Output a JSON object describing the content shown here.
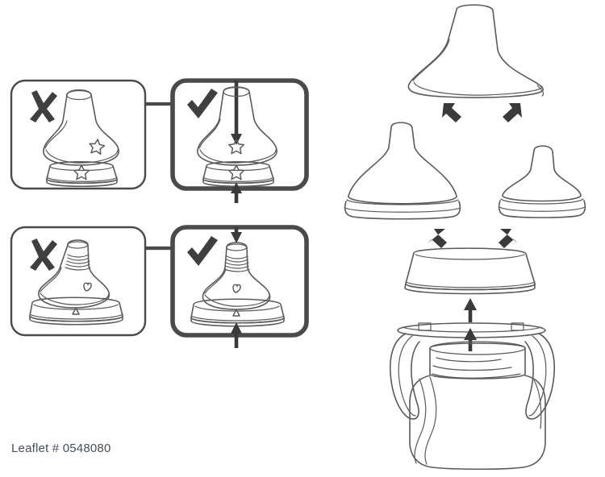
{
  "document": {
    "type": "assembly-instruction-illustration",
    "subject": "sippy cup spout assembly",
    "background_color": "#ffffff",
    "line_color": "#4a4a4a",
    "thin_line_color": "#5a5a5a",
    "caption": "Leaflet # 0548080"
  },
  "instruction_panels": {
    "description": "Two rows of paired panels; each pair shows an incorrect (X) and correct (check) assembly of a spout into its collar, connected by a short horizontal link line.",
    "rows": [
      {
        "id": "row-sippy-spout",
        "subject_name": "sippy-spout-and-collar",
        "incorrect": {
          "id": "panel-sippy-incorrect",
          "mark": "X",
          "mark_name": "cross-mark",
          "border_style": "thin",
          "alignment": "misaligned",
          "alignment_marks": [
            "star",
            "star"
          ],
          "note_marks_aligned": false
        },
        "correct": {
          "id": "panel-sippy-correct",
          "mark": "✔",
          "mark_name": "check-mark",
          "border_style": "thick",
          "alignment": "aligned",
          "alignment_marks": [
            "star",
            "star"
          ],
          "note_marks_aligned": true,
          "arrows": [
            "down-arrow-top",
            "up-arrow-bottom"
          ]
        }
      },
      {
        "id": "row-straw-spout",
        "subject_name": "narrow-spout-and-collar",
        "incorrect": {
          "id": "panel-straw-incorrect",
          "mark": "X",
          "mark_name": "cross-mark",
          "border_style": "thin",
          "alignment": "misaligned",
          "alignment_marks": [
            "heart",
            "triangle"
          ],
          "note_marks_aligned": false
        },
        "correct": {
          "id": "panel-straw-correct",
          "mark": "✔",
          "mark_name": "check-mark",
          "border_style": "thick",
          "alignment": "aligned",
          "alignment_marks": [
            "heart",
            "triangle"
          ],
          "note_marks_aligned": true,
          "arrows": [
            "down-arrow-top",
            "up-arrow-bottom"
          ]
        }
      }
    ]
  },
  "exploded_diagram": {
    "description": "Exploded vertical assembly of a handled sippy cup with three interchangeable spout/teat options.",
    "components": [
      {
        "id": "wide-spout-top",
        "name": "wide-flared-spout",
        "position": "top-center",
        "arrows_in": 2,
        "arrow_direction": "up-converging"
      },
      {
        "id": "teat-wide",
        "name": "wide-neck-teat",
        "position": "middle-left",
        "arrow_direction": "up-left"
      },
      {
        "id": "teat-narrow",
        "name": "narrow-neck-teat",
        "position": "middle-right",
        "arrow_direction": "up-right"
      },
      {
        "id": "collar-ring",
        "name": "screw-collar",
        "position": "center",
        "arrow_direction": "up"
      },
      {
        "id": "handle-ring",
        "name": "handle-ring-with-clips",
        "position": "lower-center",
        "arrow_direction": "up"
      },
      {
        "id": "cup-body",
        "name": "cup-body-with-threaded-neck",
        "position": "bottom-center"
      }
    ]
  }
}
